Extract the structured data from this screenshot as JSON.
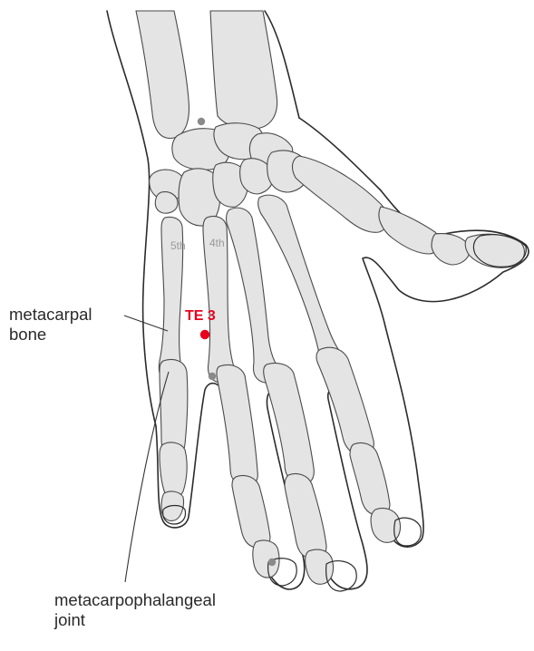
{
  "labels": {
    "metacarpal_line1": "metacarpal",
    "metacarpal_line2": "bone",
    "mcp_line1": "metacarpophalangeal",
    "mcp_line2": "joint",
    "fifth": "5th",
    "fourth": "4th",
    "point": "TE 3"
  },
  "colors": {
    "bone_fill": "#e4e4e4",
    "outline": "#2b2b2b",
    "landmark_dot": "#8a8a8a",
    "acupoint": "#e8001c"
  }
}
